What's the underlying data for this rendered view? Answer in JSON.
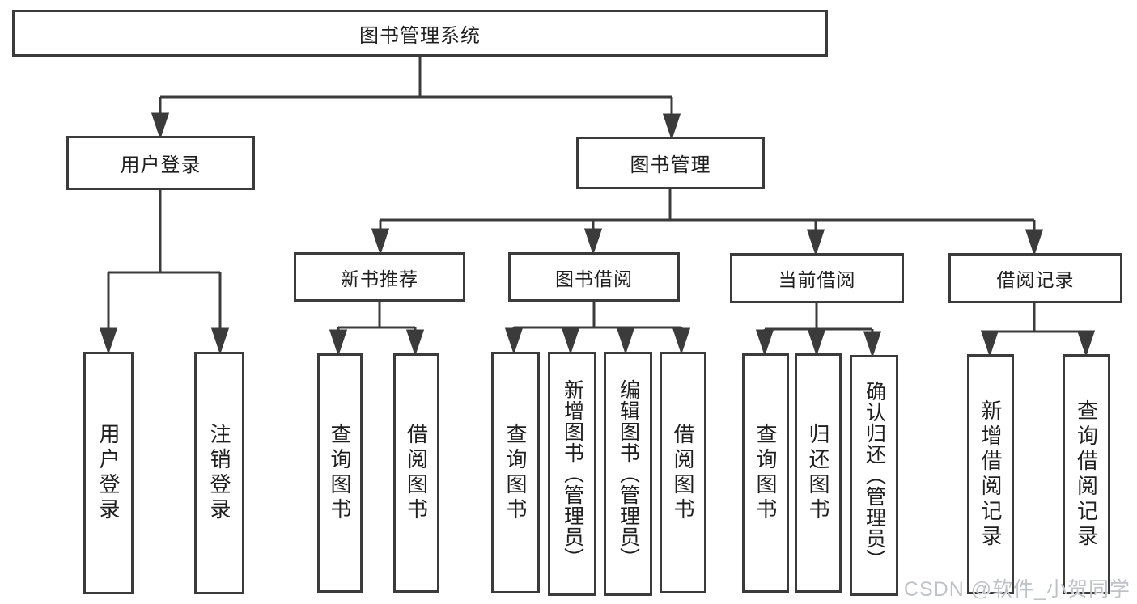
{
  "diagram": {
    "root": "图书管理系统",
    "branches": [
      {
        "label": "用户登录",
        "leaves": [
          "用户登录",
          "注销登录"
        ]
      },
      {
        "label": "图书管理",
        "sections": [
          {
            "label": "新书推荐",
            "leaves": [
              "查询图书",
              "借阅图书"
            ]
          },
          {
            "label": "图书借阅",
            "leaves": [
              "查询图书",
              "新增图书（管理员）",
              "编辑图书（管理员）",
              "借阅图书"
            ]
          },
          {
            "label": "当前借阅",
            "leaves": [
              "查询图书",
              "归还图书",
              "确认归还（管理员）"
            ]
          },
          {
            "label": "借阅记录",
            "leaves": [
              "新增借阅记录",
              "查询借阅记录"
            ]
          }
        ]
      }
    ]
  },
  "watermark": "CSDN @软件_小贺同学",
  "colors": {
    "line": "#3b3b3b",
    "text": "#1f1f1f",
    "watermark": "#bfc3c9",
    "background": "#ffffff"
  }
}
